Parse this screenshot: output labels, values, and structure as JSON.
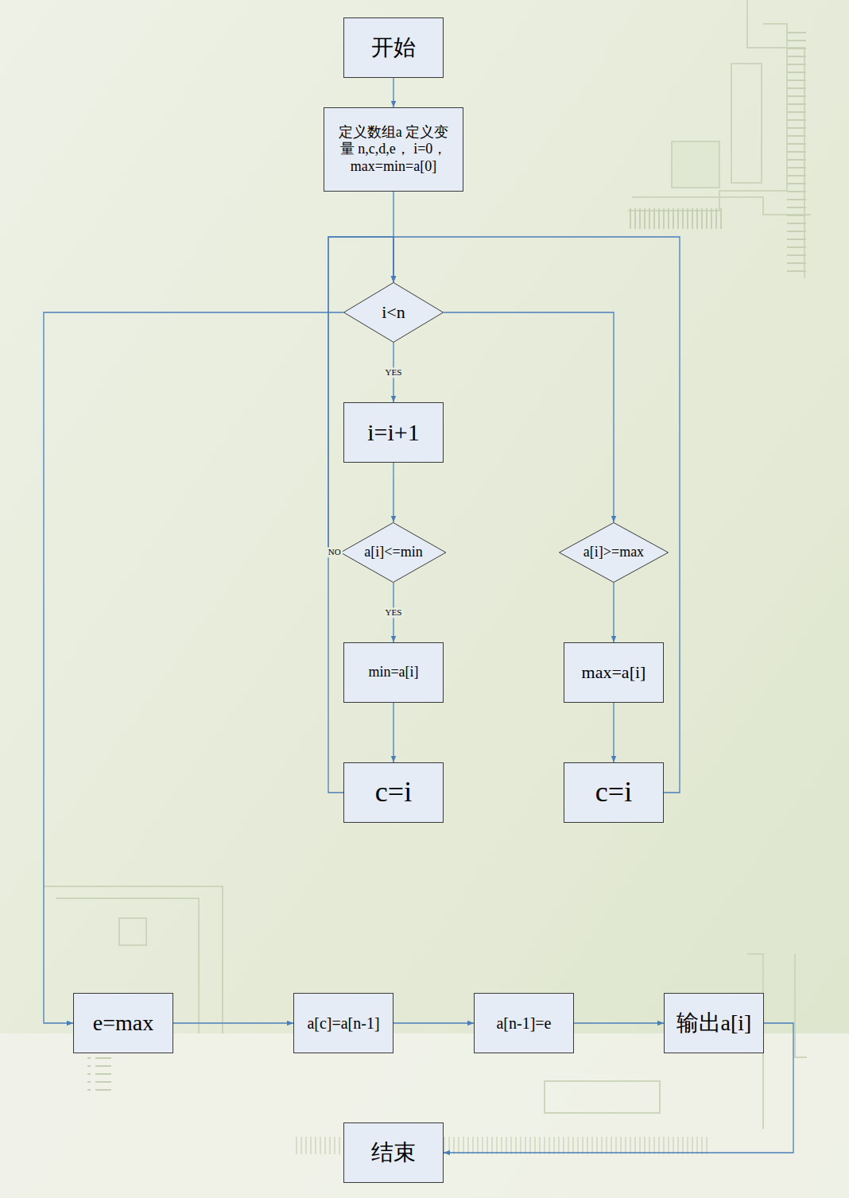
{
  "diagram": {
    "nodes": [
      {
        "text": [
          "开始"
        ]
      },
      {
        "text": [
          "定义数组a 定义变量 n,c,d,e， i=0， max=min=a[0]"
        ]
      },
      {
        "text": [
          "i<n"
        ]
      },
      {
        "text": [
          "i=i+1"
        ]
      },
      {
        "text": [
          "a[i]<=min"
        ]
      },
      {
        "text": [
          "a[i]>=max"
        ]
      },
      {
        "text": [
          "min=a[i]"
        ]
      },
      {
        "text": [
          "max=a[i]"
        ]
      },
      {
        "text": [
          "c=i"
        ]
      },
      {
        "text": [
          "c=i"
        ]
      },
      {
        "text": [
          "e=max"
        ]
      },
      {
        "text": [
          "a[c]=a[n-1]"
        ]
      },
      {
        "text": [
          "a[n-1]=e"
        ]
      },
      {
        "text": [
          "输出a[i]"
        ]
      },
      {
        "text": [
          "结束"
        ]
      }
    ],
    "edges": [
      {
        "from": 0,
        "to": 1,
        "arrow": "to"
      },
      {
        "from": 1,
        "to": 2,
        "arrow": "to"
      },
      {
        "from": 2,
        "to": 3,
        "label": "YES",
        "arrow": "to"
      },
      {
        "from": 2,
        "to": 5,
        "arrow": "to"
      },
      {
        "from": 2,
        "to": 10,
        "arrow": "to"
      },
      {
        "from": 3,
        "to": 4,
        "arrow": "to"
      },
      {
        "from": 4,
        "to": 6,
        "label": "YES",
        "arrow": "to"
      },
      {
        "from": 4,
        "to": 2,
        "label": "NO",
        "arrow": "to"
      },
      {
        "from": 5,
        "to": 7,
        "arrow": "to"
      },
      {
        "from": 6,
        "to": 8,
        "arrow": "to"
      },
      {
        "from": 7,
        "to": 9,
        "arrow": "to"
      },
      {
        "from": 8,
        "to": 2,
        "arrow": "to"
      },
      {
        "from": 9,
        "to": 2,
        "arrow": "to"
      },
      {
        "from": 10,
        "to": 11,
        "arrow": "to"
      },
      {
        "from": 11,
        "to": 12,
        "arrow": "to"
      },
      {
        "from": 12,
        "to": 13,
        "arrow": "to"
      },
      {
        "from": 13,
        "to": 14,
        "arrow": "to"
      }
    ]
  }
}
